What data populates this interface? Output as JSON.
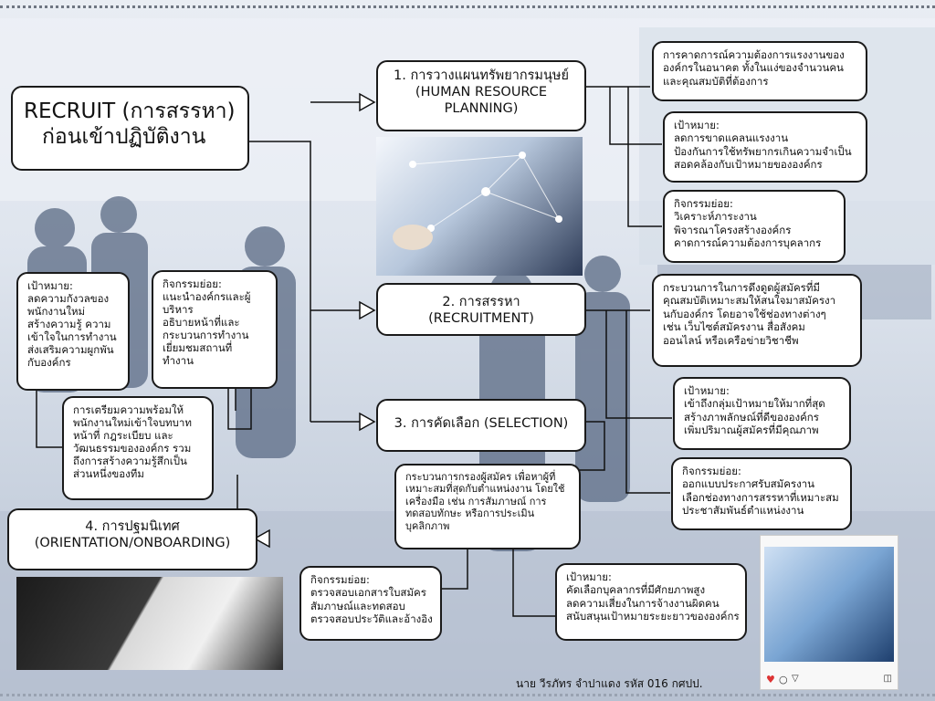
{
  "title": {
    "line1": "RECRUIT (การสรรหา)",
    "line2": "ก่อนเข้าปฏิบัติงาน"
  },
  "steps": {
    "hrp": {
      "line1": "1. การวางแผนทรัพยากรมนุษย์",
      "line2": "(HUMAN RESOURCE",
      "line3": "PLANNING)"
    },
    "recruitment": {
      "line1": "2. การสรรหา",
      "line2": "(RECRUITMENT)"
    },
    "selection": {
      "line1": "3. การคัดเลือก (SELECTION)"
    },
    "orientation": {
      "line1": "4. การปฐมนิเทศ",
      "line2": "(ORIENTATION/ONBOARDING)"
    }
  },
  "hrp_notes": {
    "definition": [
      "การคาดการณ์ความต้องการแรงงานของ",
      "องค์กรในอนาคต ทั้งในแง่ของจำนวนคน",
      "และคุณสมบัติที่ต้องการ"
    ],
    "goal": [
      "เป้าหมาย:",
      "ลดการขาดแคลนแรงงาน",
      "ป้องกันการใช้ทรัพยากรเกินความจำเป็น",
      "สอดคล้องกับเป้าหมายขององค์กร"
    ],
    "activities": [
      "กิจกรรมย่อย:",
      "วิเคราะห์ภาระงาน",
      "พิจารณาโครงสร้างองค์กร",
      "คาดการณ์ความต้องการบุคลากร"
    ]
  },
  "recruit_notes": {
    "definition": [
      "กระบวนการในการดึงดูดผู้สมัครที่มี",
      "คุณสมบัติเหมาะสมให้สนใจมาสมัครงา",
      "นกับองค์กร โดยอาจใช้ช่องทางต่างๆ",
      "เช่น เว็บไซต์สมัครงาน สื่อสังคม",
      "ออนไลน์ หรือเครือข่ายวิชาชีพ"
    ],
    "goal": [
      "เป้าหมาย:",
      "เข้าถึงกลุ่มเป้าหมายให้มากที่สุด",
      "สร้างภาพลักษณ์ที่ดีขององค์กร",
      "เพิ่มปริมาณผู้สมัครที่มีคุณภาพ"
    ],
    "activities": [
      "กิจกรรมย่อย:",
      "ออกแบบประกาศรับสมัครงาน",
      "เลือกช่องทางการสรรหาที่เหมาะสม",
      "ประชาสัมพันธ์ตำแหน่งงาน"
    ]
  },
  "selection_notes": {
    "definition": [
      "กระบวนการกรองผู้สมัคร เพื่อหาผู้ที่",
      "เหมาะสมที่สุดกับตำแหน่งงาน โดยใช้",
      "เครื่องมือ เช่น การสัมภาษณ์ การ",
      "ทดสอบทักษะ หรือการประเมิน",
      "บุคลิกภาพ"
    ],
    "activities": [
      "กิจกรรมย่อย:",
      "ตรวจสอบเอกสารใบสมัคร",
      "สัมภาษณ์และทดสอบ",
      "ตรวจสอบประวัติและอ้างอิง"
    ],
    "goal": [
      "เป้าหมาย:",
      "คัดเลือกบุคลากรที่มีศักยภาพสูง",
      "ลดความเสี่ยงในการจ้างงานผิดคน",
      "สนับสนุนเป้าหมายระยะยาวขององค์กร"
    ]
  },
  "orient_notes": {
    "goal": [
      "เป้าหมาย:",
      "ลดความกังวลของ",
      "พนักงานใหม่",
      "สร้างความรู้ ความ",
      "เข้าใจในการทำงาน",
      "ส่งเสริมความผูกพัน",
      "กับองค์กร"
    ],
    "activities": [
      "กิจกรรมย่อย:",
      "แนะนำองค์กรและผู้",
      "บริหาร",
      "อธิบายหน้าที่และ",
      "กระบวนการทำงาน",
      "เยี่ยมชมสถานที่",
      "ทำงาน"
    ],
    "definition": [
      "การเตรียมความพร้อมให้",
      "พนักงานใหม่เข้าใจบทบาท",
      "หน้าที่ กฎระเบียบ และ",
      "วัฒนธรรมขององค์กร รวม",
      "ถึงการสร้างความรู้สึกเป็น",
      "ส่วนหนึ่งของทีม"
    ]
  },
  "signature": "นาย วีรภัทร จำปาแดง รหัส 016 กศปป.",
  "colors": {
    "border": "#1a1a1a",
    "line": "#111111",
    "background": "#dfe5ee"
  },
  "icons": {
    "heart": "heart-icon",
    "comment": "comment-icon",
    "share": "share-icon",
    "bookmark": "bookmark-icon"
  }
}
